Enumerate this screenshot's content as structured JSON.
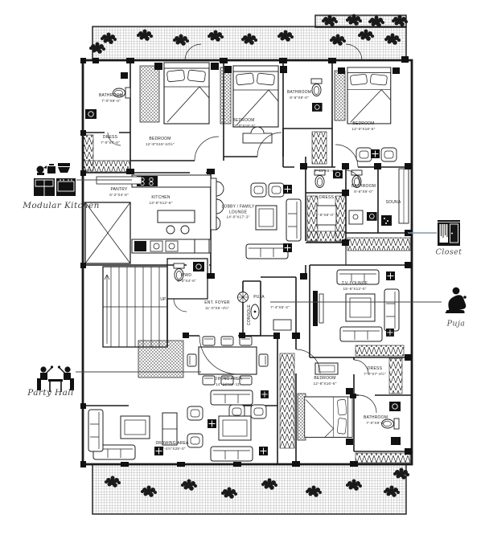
{
  "page": {
    "background": "#ffffff"
  },
  "plan": {
    "rooms": [
      {
        "id": "bathroom-top-left",
        "name": "BATHROOM",
        "dim": "7'-0\"X9'-0\""
      },
      {
        "id": "dress-top-left",
        "name": "DRESS",
        "dim": "7'-0\"X7'-6\""
      },
      {
        "id": "bedroom-top-left",
        "name": "BEDROOM",
        "dim": "12'-8\"X19'-10½\""
      },
      {
        "id": "bedroom-top-middle",
        "name": "BEDROOM",
        "dim": "12'-0\"X16'-0\""
      },
      {
        "id": "bathroom-top-middle",
        "name": "BATHROOM",
        "dim": "8'-6\"X9'-0\""
      },
      {
        "id": "bedroom-top-right",
        "name": "BEDROOM",
        "dim": "12'-0\"X18'-6\""
      },
      {
        "id": "pantry",
        "name": "PANTRY",
        "dim": "6'-2\"X4'-6\""
      },
      {
        "id": "kitchen",
        "name": "KITCHEN",
        "dim": "13'-6\"X12'-6\""
      },
      {
        "id": "lobby-family-lounge",
        "name": "LOBBY / FAMILY LOUNGE",
        "dim": "14'-0\"X17'-3\""
      },
      {
        "id": "toilet-mid-right",
        "dim": "7'-11\"X8'-4½\""
      },
      {
        "id": "bathroom-mid-right",
        "name": "BATHROOM",
        "dim": "8'-6\"X9'-0\""
      },
      {
        "id": "sauna",
        "name": "SOUNA"
      },
      {
        "id": "dress-mid-right",
        "name": "DRESS",
        "dim": "7'-6\"X8'-0\""
      },
      {
        "id": "tv-lounge",
        "name": "T.V. LOUNGE",
        "dim": "15'-6\"X12'-0\""
      },
      {
        "id": "powder-room",
        "name": "PWD",
        "dim": "5'-3\"X4'-6\""
      },
      {
        "id": "stairs-up",
        "name": "UP"
      },
      {
        "id": "entrance-foyer",
        "name": "ENT. FOYER",
        "dim": "11'-0\"X6'-4½\""
      },
      {
        "id": "console",
        "name": "CONSOLE"
      },
      {
        "id": "puja-room",
        "name": "PUJA",
        "dim": "7'-4\"X5'-4\""
      },
      {
        "id": "dining-area",
        "name": "DINING AREA",
        "dim": "14'-10\"X8'-11\""
      },
      {
        "id": "drawing-area",
        "name": "DRAWING AREA",
        "dim": "14'-4½\"X25'-0\""
      },
      {
        "id": "bedroom-bottom-right",
        "name": "BEDROOM",
        "dim": "12'-8\"X16'-6\""
      },
      {
        "id": "dress-bottom-right",
        "name": "DRESS",
        "dim": "7'-0\"X7'-4½\""
      },
      {
        "id": "bathroom-bottom-right",
        "name": "BATHROOM",
        "dim": "7'-0\"X9'-2\""
      }
    ],
    "annotations": [
      {
        "id": "modular-kitchen",
        "label": "Modular Kitchen"
      },
      {
        "id": "party-hall",
        "label": "Party Hall"
      },
      {
        "id": "closet",
        "label": "Closet"
      },
      {
        "id": "puja",
        "label": "Puja"
      }
    ],
    "colors": {
      "line": "#1c1c1c",
      "closet_leader": "#7e99a8",
      "annotation_text": "#3f3f3f"
    }
  }
}
